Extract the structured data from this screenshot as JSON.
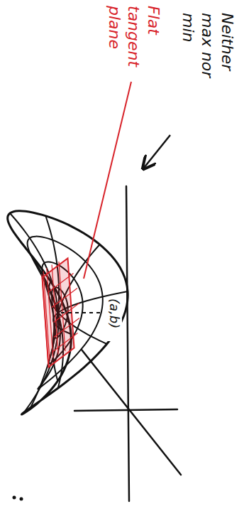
{
  "diagram": {
    "labels": [
      "Flat tangent plane",
      "Neither max nor min",
      "(a,b)"
    ]
  }
}
